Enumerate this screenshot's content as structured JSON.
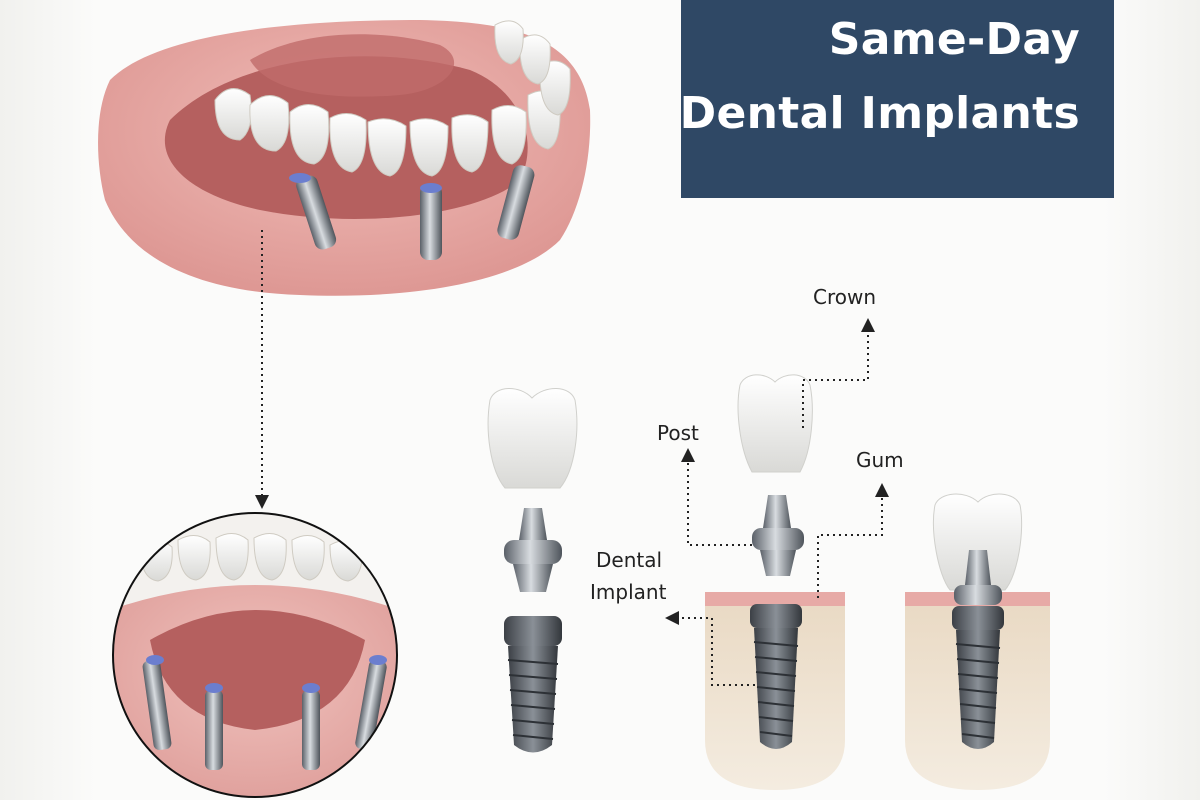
{
  "title": {
    "line1": "Same-Day",
    "line2": "Dental Implants"
  },
  "labels": {
    "crown": "Crown",
    "post": "Post",
    "gum": "Gum",
    "implant_line1": "Dental",
    "implant_line2": "Implant"
  },
  "colors": {
    "title_box": "#2f4865",
    "gum": "#e8a8a4",
    "tongue": "#b5605f",
    "tooth": "#f1ede3",
    "metal": "#9aa1a8",
    "bone": "#e6d5be"
  }
}
